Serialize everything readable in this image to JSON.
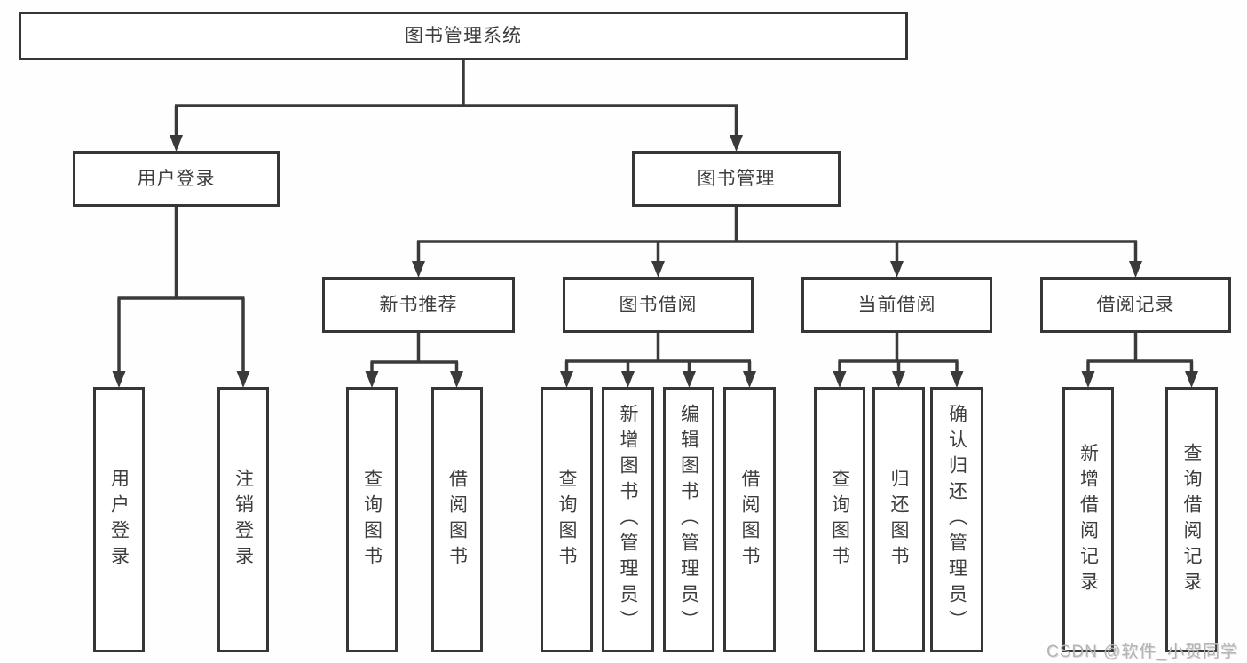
{
  "root": {
    "label": "图书管理系统"
  },
  "user_login": {
    "label": "用户登录",
    "children": [
      "用户登录",
      "注销登录"
    ]
  },
  "book_management": {
    "label": "图书管理",
    "modules": [
      {
        "label": "新书推荐",
        "children": [
          "查询图书",
          "借阅图书"
        ]
      },
      {
        "label": "图书借阅",
        "children": [
          "查询图书",
          "新增图书（管理员）",
          "编辑图书（管理员）",
          "借阅图书"
        ]
      },
      {
        "label": "当前借阅",
        "children": [
          "查询图书",
          "归还图书",
          "确认归还（管理员）"
        ]
      },
      {
        "label": "借阅记录",
        "children": [
          "新增借阅记录",
          "查询借阅记录"
        ]
      }
    ]
  },
  "watermark": {
    "text": "CSDN @软件_小贺同学"
  },
  "colors": {
    "line": "#3a3a3a",
    "box_border": "#363636",
    "box_background": "#ffffff",
    "text": "#3d3d3d",
    "watermark_text": "#b4b4b4",
    "canvas_background": "#fefefe"
  }
}
